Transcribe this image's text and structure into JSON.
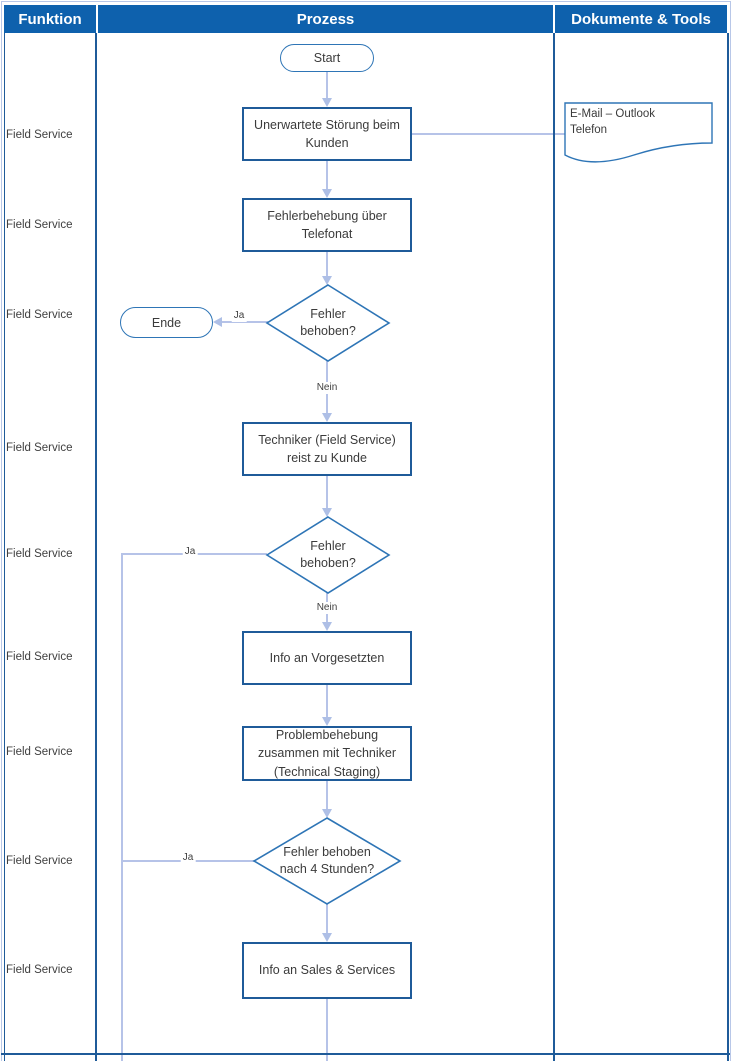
{
  "header": {
    "funktion": "Funktion",
    "prozess": "Prozess",
    "dokumente": "Dokumente & Tools"
  },
  "funktion": {
    "labels": [
      "Field Service",
      "Field Service",
      "Field Service",
      "Field Service",
      "Field Service",
      "Field Service",
      "Field Service",
      "Field Service",
      "Field Service"
    ]
  },
  "flow": {
    "start_label": "Start",
    "ende_label": "Ende",
    "boxes": [
      {
        "label": "Unerwartete Störung beim Kunden"
      },
      {
        "label": "Fehlerbehebung über Telefonat"
      },
      {
        "label": "Techniker (Field Service) reist zu Kunde"
      },
      {
        "label": "Info an Vorgesetzten"
      },
      {
        "label": "Problembehebung zusammen mit Techniker (Technical Staging)"
      },
      {
        "label": "Info an Sales & Services"
      }
    ],
    "decisions": [
      {
        "label": "Fehler behoben?"
      },
      {
        "label": "Fehler behoben?"
      },
      {
        "label": "Fehler behoben nach 4 Stunden?"
      }
    ],
    "edge_labels": {
      "ja": "Ja",
      "nein": "Nein"
    },
    "document": {
      "line1": "E-Mail – Outlook",
      "line2": "Telefon"
    }
  },
  "colors": {
    "header_bg": "#0e61ad",
    "header_text": "#ffffff",
    "process_border": "#1f5b99",
    "decision_border": "#2e75b6",
    "connector": "#b6c3e8",
    "shape_text": "#3b3b3b"
  }
}
